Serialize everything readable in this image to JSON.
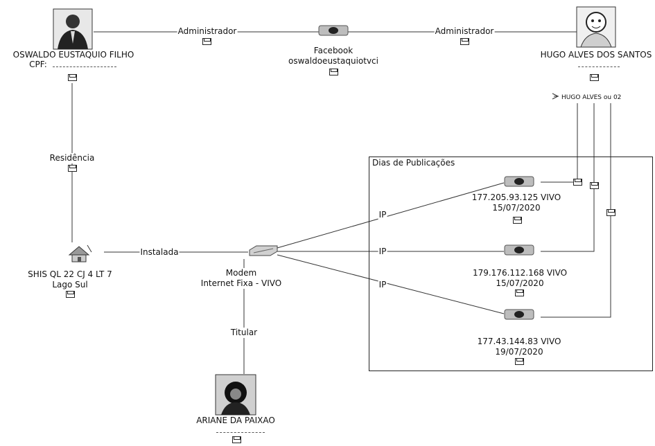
{
  "nodes": {
    "oswaldo": {
      "name": "OSWALDO EUSTAQUIO FILHO",
      "doc_label": "CPF:"
    },
    "hugo": {
      "name": "HUGO ALVES DOS SANTOS",
      "alias": "HUGO ALVES ou 02"
    },
    "facebook": {
      "line1": "Facebook",
      "line2": "oswaldoeustaquiotvci"
    },
    "address": {
      "line1": "SHIS QL 22 CJ 4 LT 7",
      "line2": "Lago Sul"
    },
    "modem": {
      "line1": "Modem",
      "line2": "Internet Fixa - VIVO"
    },
    "ariane": {
      "name": "ARIANE DA PAIXAO"
    },
    "ip1": {
      "line1": "177.205.93.125 VIVO",
      "line2": "15/07/2020"
    },
    "ip2": {
      "line1": "179.176.112.168 VIVO",
      "line2": "15/07/2020"
    },
    "ip3": {
      "line1": "177.43.144.83 VIVO",
      "line2": "19/07/2020"
    }
  },
  "edges": {
    "admin_left": "Administrador",
    "admin_right": "Administrador",
    "residencia": "Residência",
    "instalada": "Instalada",
    "titular": "Titular",
    "ip_a": "IP",
    "ip_b": "IP",
    "ip_c": "IP"
  },
  "group": {
    "title": "Dias de Publicações"
  },
  "icons": {
    "person_photo": "person-photo-icon",
    "envelope": "envelope-icon",
    "device": "device-icon",
    "house": "house-icon",
    "modem": "modem-icon"
  }
}
